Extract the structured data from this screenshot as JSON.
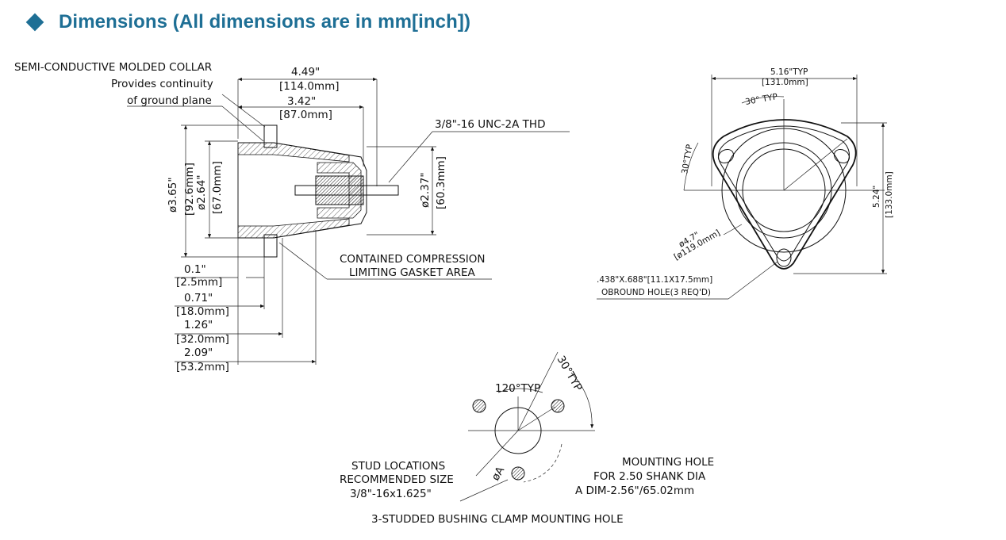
{
  "header": {
    "icon": "diamond-bullet-icon",
    "accent_color": "#1e6f95",
    "title": "Dimensions (All dimensions are in mm[inch])"
  },
  "side_view": {
    "collar_label": [
      "SEMI-CONDUCTIVE MOLDED COLLAR",
      "Provides continuity",
      "of ground plane"
    ],
    "dim_overall_in": "4.49\"",
    "dim_overall_mm": "[114.0mm]",
    "dim_body_in": "3.42\"",
    "dim_body_mm": "[87.0mm]",
    "thread_label": "3/8\"-16 UNC-2A THD",
    "dia_outer_in": "ø3.65\"",
    "dia_outer_mm": "[92.6mm]",
    "dia_inner_in": "ø2.64\"",
    "dia_inner_mm": "[67.0mm]",
    "dia_nose_in": "ø2.37\"",
    "dia_nose_mm": "[60.3mm]",
    "gasket_label": [
      "CONTAINED COMPRESSION",
      "LIMITING GASKET AREA"
    ],
    "dim_a_in": "0.1\"",
    "dim_a_mm": "[2.5mm]",
    "dim_b_in": "0.71\"",
    "dim_b_mm": "[18.0mm]",
    "dim_c_in": "1.26\"",
    "dim_c_mm": "[32.0mm]",
    "dim_d_in": "2.09\"",
    "dim_d_mm": "[53.2mm]"
  },
  "front_view": {
    "width_in": "5.16\"TYP",
    "width_mm": "[131.0mm]",
    "angle_top": "30° TYP",
    "angle_left": "30°TYP",
    "height_in": "5.24\"",
    "height_mm": "[133.0mm]",
    "dia_in": "ø4.7\"",
    "dia_mm": "[ø119.0mm]",
    "oblong_label": [
      ".438\"X.688\"[11.1X17.5mm]",
      "OBROUND HOLE(3 REQ'D)"
    ]
  },
  "mounting": {
    "angle_120": "120°TYP",
    "angle_30": "30°TYP",
    "dia_a": "øA",
    "stud_label": [
      "STUD LOCATIONS",
      "RECOMMENDED SIZE",
      "3/8\"-16x1.625\""
    ],
    "hole_label": [
      "MOUNTING HOLE",
      "FOR 2.50 SHANK DIA",
      "A DIM-2.56\"/65.02mm"
    ],
    "caption": "3-STUDDED BUSHING CLAMP MOUNTING HOLE"
  }
}
